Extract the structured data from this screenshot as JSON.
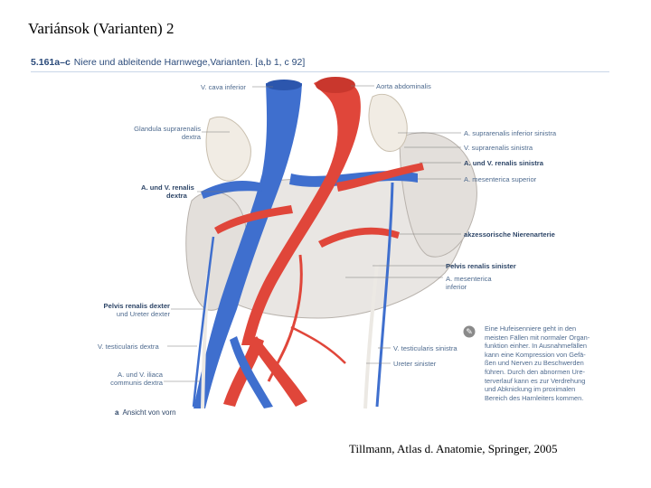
{
  "slide": {
    "title": "Variánsok (Varianten) 2",
    "credit": "Tillmann, Atlas d. Anatomie, Springer, 2005"
  },
  "figure": {
    "number": "5.161a–c",
    "heading": "Niere und ableitende Harnwege,Varianten. [a,b 1, c 92]",
    "caption_letter": "a",
    "caption_text": "Ansicht von vorn",
    "labels_left": {
      "glandula_1": "Glandula suprarenalis",
      "glandula_2": "dextra",
      "renalis_dextra_1": "A. und V. renalis",
      "renalis_dextra_2": "dextra",
      "pelvis_dexter_1": "Pelvis renalis dexter",
      "pelvis_dexter_2": "und Ureter dexter",
      "testicularis_dextra": "V. testicularis dextra",
      "iliaca_1": "A. und V. iliaca",
      "iliaca_2": "communis dextra"
    },
    "labels_top": {
      "cava": "V. cava inferior",
      "aorta": "Aorta abdominalis"
    },
    "labels_right": {
      "supra_a_sin": "A. suprarenalis inferior sinistra",
      "supra_v_sin": "V. suprarenalis sinistra",
      "renalis_sin": "A. und V. renalis sinistra",
      "mes_sup": "A. mesenterica superior",
      "akz": "akzessorische Nierenarterie",
      "pelvis_sin": "Pelvis renalis sinister",
      "mes_inf_1": "A. mesenterica",
      "mes_inf_2": "inferior",
      "test_sin": "V. testicularis sinistra",
      "ureter_sin": "Ureter sinister"
    },
    "note_lines": [
      "Eine Hufeisenniere geht in den",
      "meisten Fällen mit normaler Organ-",
      "funktion einher. In Ausnahmefällen",
      "kann eine Kompression von Gefä-",
      "ßen und Nerven zu Beschwerden",
      "führen. Durch den abnormen Ure-",
      "terverlauf kann es zur Verdrehung",
      "und Abknickung im proximalen",
      "Bereich des Harnleiters kommen."
    ],
    "colors": {
      "artery": "#e0463a",
      "vein": "#3f6fce",
      "kidney": "#e9e6e3",
      "gland": "#f1ece4",
      "text": "#4f6b8f"
    }
  }
}
